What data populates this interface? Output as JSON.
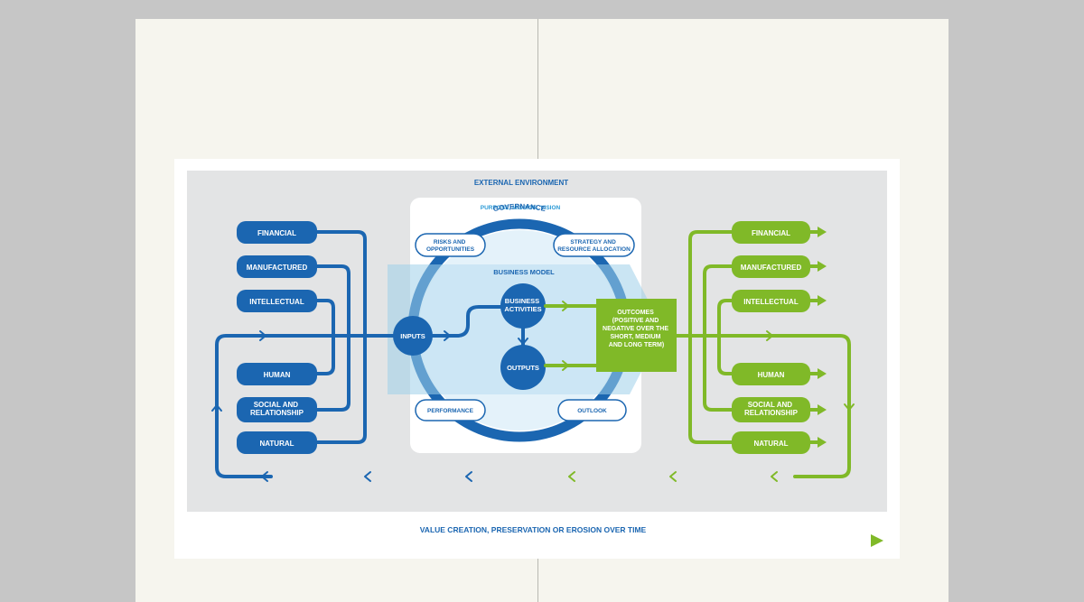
{
  "title": "EXTERNAL ENVIRONMENT",
  "purpose": "PURPOSE, MISSION, VISION",
  "governance": "GOVERNANCE",
  "business_model": "BUSINESS MODEL",
  "risks": [
    "RISKS AND",
    "OPPORTUNITIES"
  ],
  "strategy": [
    "STRATEGY AND",
    "RESOURCE ALLOCATION"
  ],
  "performance": "PERFORMANCE",
  "outlook": "OUTLOOK",
  "inputs": "INPUTS",
  "business_activities": [
    "BUSINESS",
    "ACTIVITIES"
  ],
  "outputs": "OUTPUTS",
  "outcomes": [
    "OUTCOMES",
    "(POSITIVE AND",
    "NEGATIVE OVER THE",
    "SHORT, MEDIUM",
    "AND LONG TERM)"
  ],
  "capitals_left": [
    [
      "FINANCIAL"
    ],
    [
      "MANUFACTURED"
    ],
    [
      "INTELLECTUAL"
    ],
    [
      "HUMAN"
    ],
    [
      "SOCIAL AND",
      "RELATIONSHIP"
    ],
    [
      "NATURAL"
    ]
  ],
  "capitals_right": [
    [
      "FINANCIAL"
    ],
    [
      "MANUFACTURED"
    ],
    [
      "INTELLECTUAL"
    ],
    [
      "HUMAN"
    ],
    [
      "SOCIAL AND",
      "RELATIONSHIP"
    ],
    [
      "NATURAL"
    ]
  ],
  "timeline": "VALUE CREATION, PRESERVATION OR EROSION OVER TIME",
  "colors": {
    "blue": "#1b66b1",
    "green": "#80b928",
    "light_blue": "#bfe1f3",
    "panel": "#e3e4e5",
    "title_blue": "#1b66b1",
    "caption_blue": "#2b9ad6"
  }
}
